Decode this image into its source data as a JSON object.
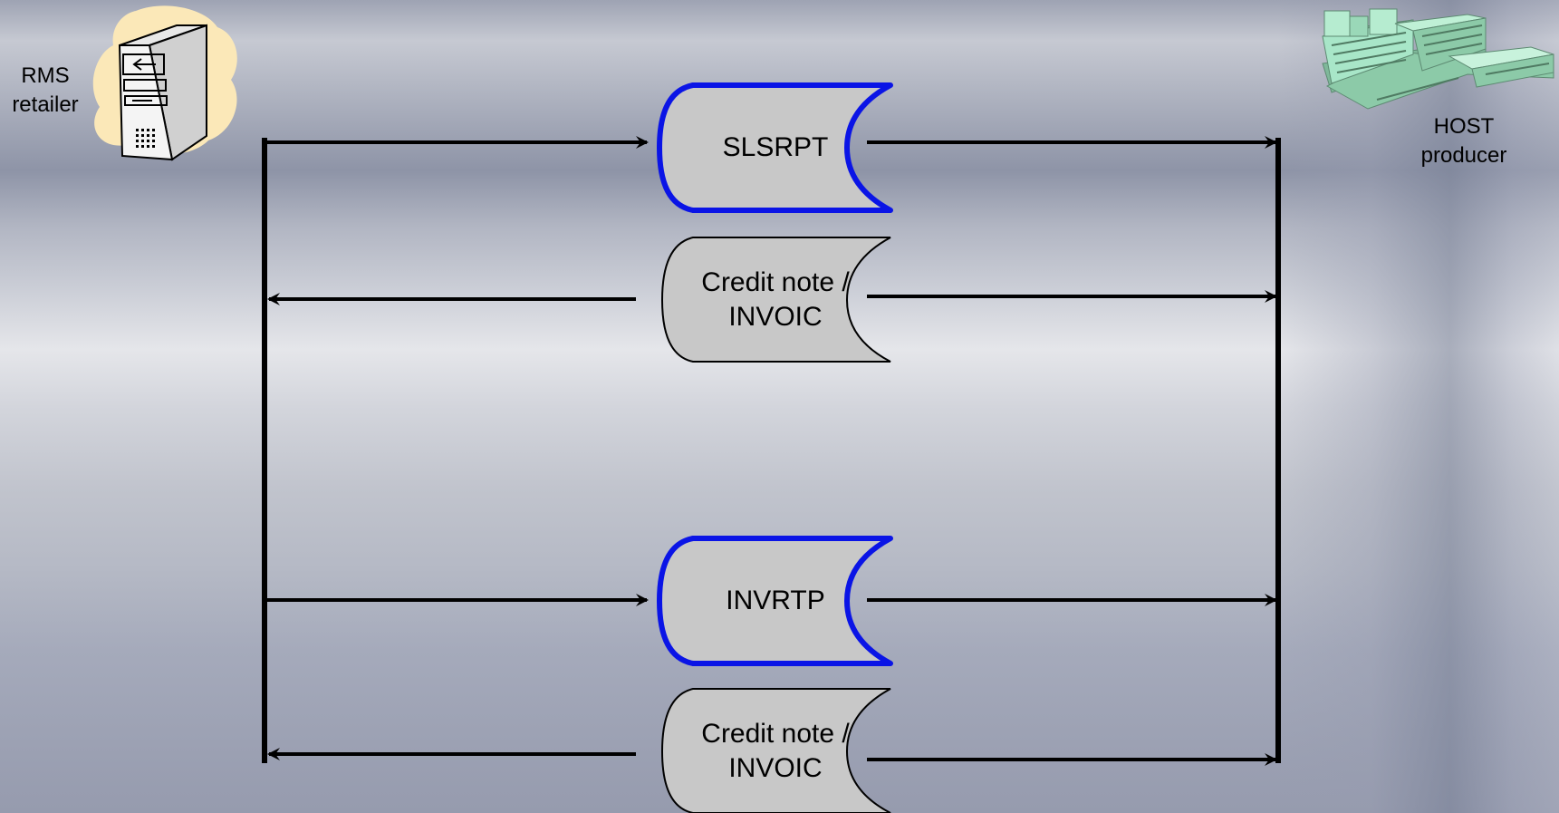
{
  "left_entity": {
    "line1": "RMS",
    "line2": "retailer",
    "icon": "server-tower-icon"
  },
  "right_entity": {
    "line1": "HOST",
    "line2": "producer",
    "icon": "factory-buildings-icon"
  },
  "messages": [
    {
      "line1": "SLSRPT",
      "line2": "",
      "highlight": true,
      "direction": "retailer-to-host"
    },
    {
      "line1": "Credit note /",
      "line2": "INVOIC",
      "highlight": false,
      "direction": "host-to-retailer"
    },
    {
      "line1": "INVRTP",
      "line2": "",
      "highlight": true,
      "direction": "retailer-to-host"
    },
    {
      "line1": "Credit note /",
      "line2": "INVOIC",
      "highlight": false,
      "direction": "host-to-retailer"
    }
  ],
  "colors": {
    "highlight_border": "#0a14e6",
    "normal_border": "#000000",
    "document_fill": "#c8c8c8",
    "cloud_fill": "#fbe8b8",
    "factory_fill": "#a8e6c8"
  }
}
